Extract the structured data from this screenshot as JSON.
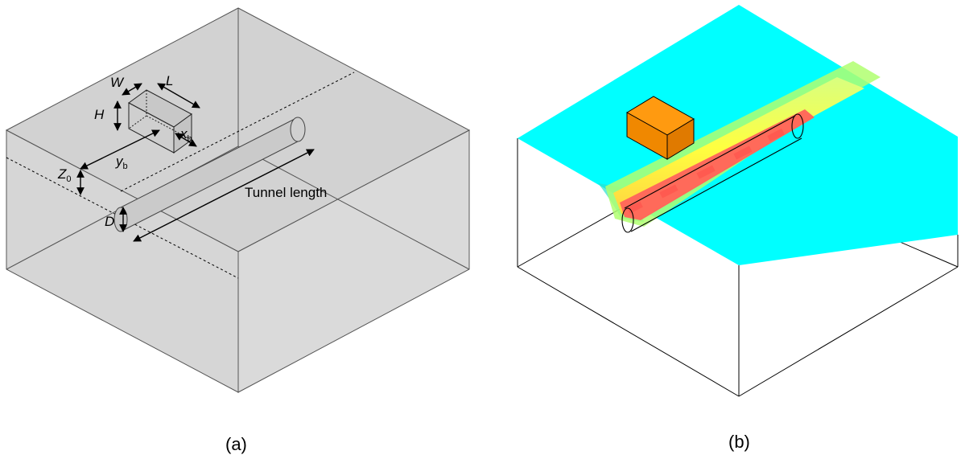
{
  "figure": {
    "panels": [
      {
        "id": "a",
        "caption": "(a)",
        "labels": {
          "width": "W",
          "length": "L",
          "height": "H",
          "x_offset": "x",
          "x_offset_sub": "b",
          "y_offset": "y",
          "y_offset_sub": "b",
          "depth": "Z",
          "depth_sub": "0",
          "diameter": "D",
          "tunnel_length": "Tunnel length"
        }
      },
      {
        "id": "b",
        "caption": "(b)"
      }
    ],
    "colors": {
      "soil_top": "#d2d2d2",
      "soil_sides": "#d6d6d6",
      "surface": "#00ffff",
      "building": "#ff8c00",
      "settlement_high": "#ff6060",
      "settlement_mid": "#ffff40",
      "settlement_low": "#a0ff80"
    }
  }
}
